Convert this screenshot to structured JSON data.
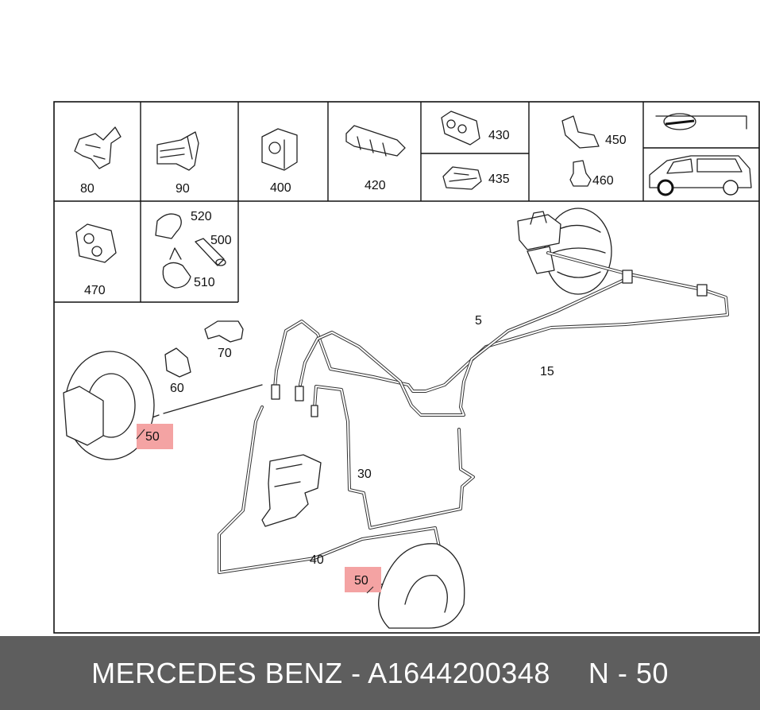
{
  "parts": {
    "p80": "80",
    "p90": "90",
    "p400": "400",
    "p420": "420",
    "p430": "430",
    "p435": "435",
    "p450": "450",
    "p460": "460",
    "p470": "470",
    "p520": "520",
    "p500": "500",
    "p510": "510"
  },
  "callouts": {
    "c5": "5",
    "c15": "15",
    "c30": "30",
    "c40": "40",
    "c60": "60",
    "c70": "70",
    "c50_front": "50",
    "c50_rear": "50"
  },
  "colors": {
    "highlight": "#f4a3a3",
    "footer_bg": "#5e5e5e"
  },
  "footer": {
    "brand_part": "MERCEDES BENZ - A1644200348",
    "position": "N - 50"
  }
}
